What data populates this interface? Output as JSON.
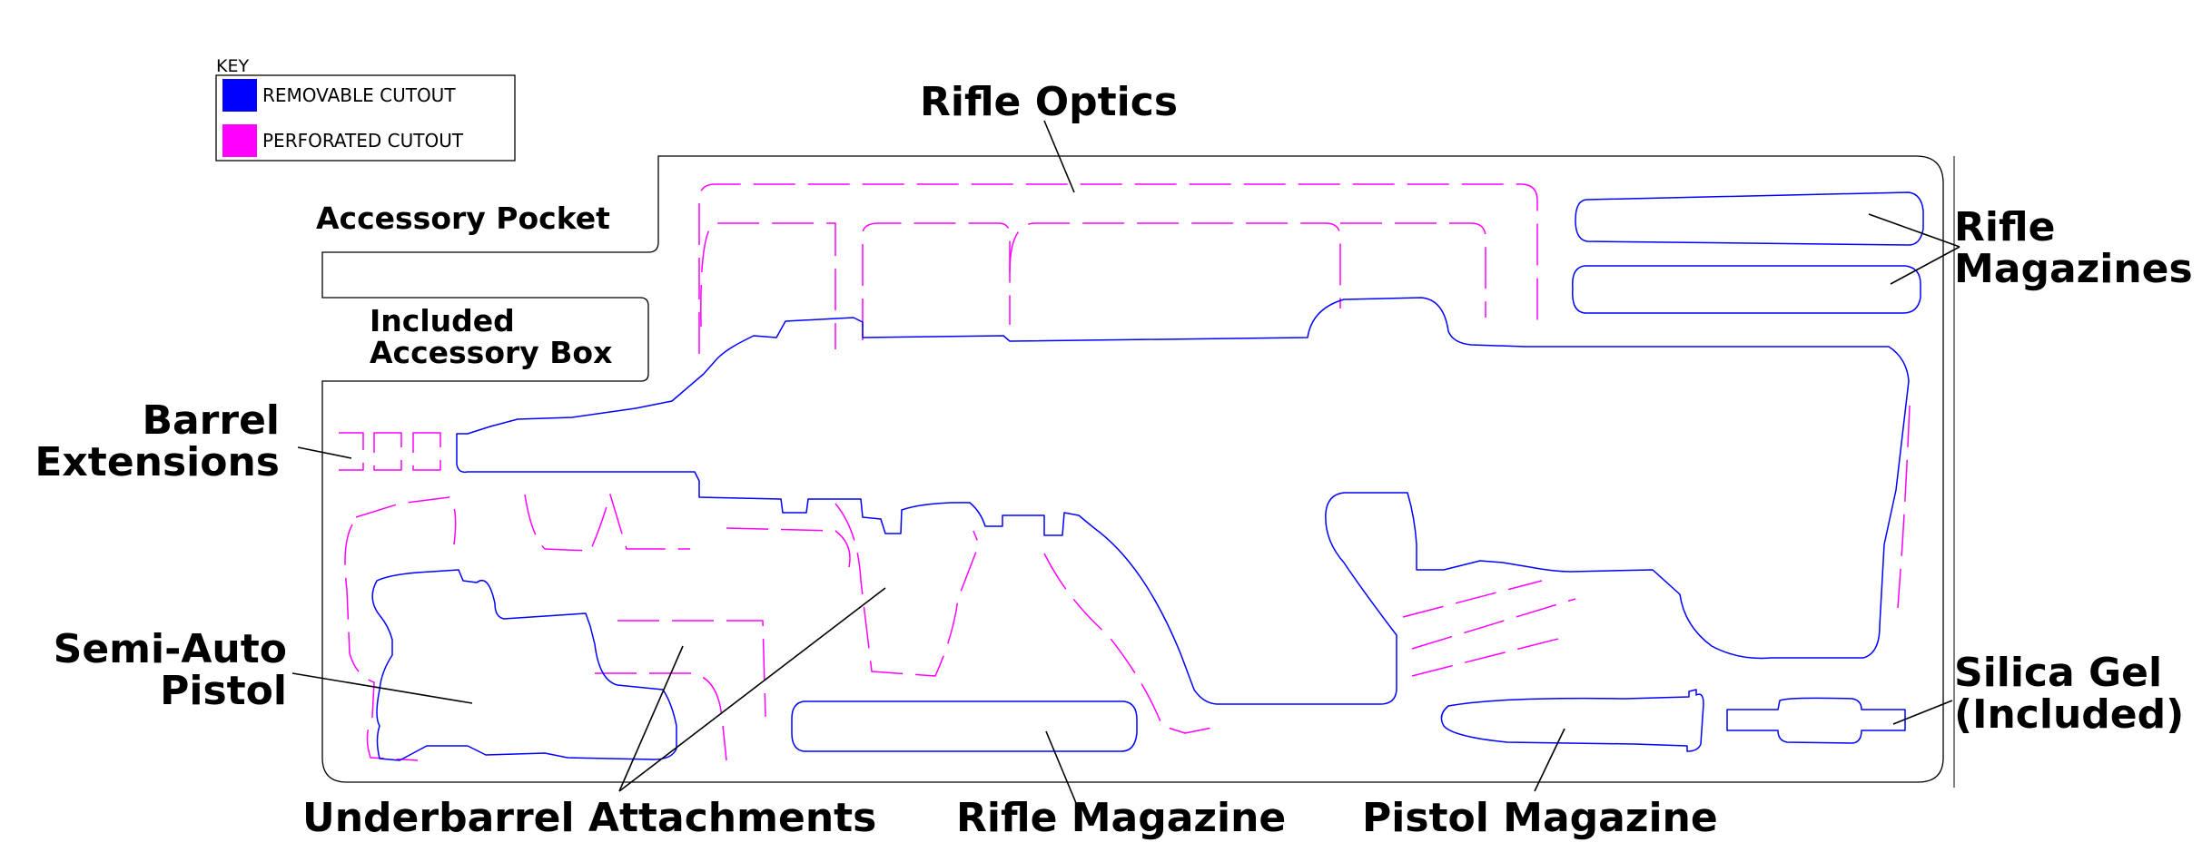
{
  "key": {
    "title": "KEY",
    "items": [
      {
        "label": "REMOVABLE CUTOUT",
        "color": "#0000ff"
      },
      {
        "label": "PERFORATED CUTOUT",
        "color": "#ff00ff"
      }
    ]
  },
  "labels": {
    "rifle_optics": "Rifle Optics",
    "accessory_pocket": "Accessory Pocket",
    "included_box_line1": "Included",
    "included_box_line2": "Accessory Box",
    "barrel_line1": "Barrel",
    "barrel_line2": "Extensions",
    "pistol_line1": "Semi-Auto",
    "pistol_line2": "Pistol",
    "rifle_mags_line1": "Rifle",
    "rifle_mags_line2": "Magazines",
    "silica_line1": "Silica Gel",
    "silica_line2": "(Included)",
    "underbarrel": "Underbarrel Attachments",
    "rifle_magazine": "Rifle Magazine",
    "pistol_magazine": "Pistol Magazine"
  },
  "colors": {
    "removable": "#0000ff",
    "perforated": "#ff00ff",
    "outline": "#000000"
  }
}
